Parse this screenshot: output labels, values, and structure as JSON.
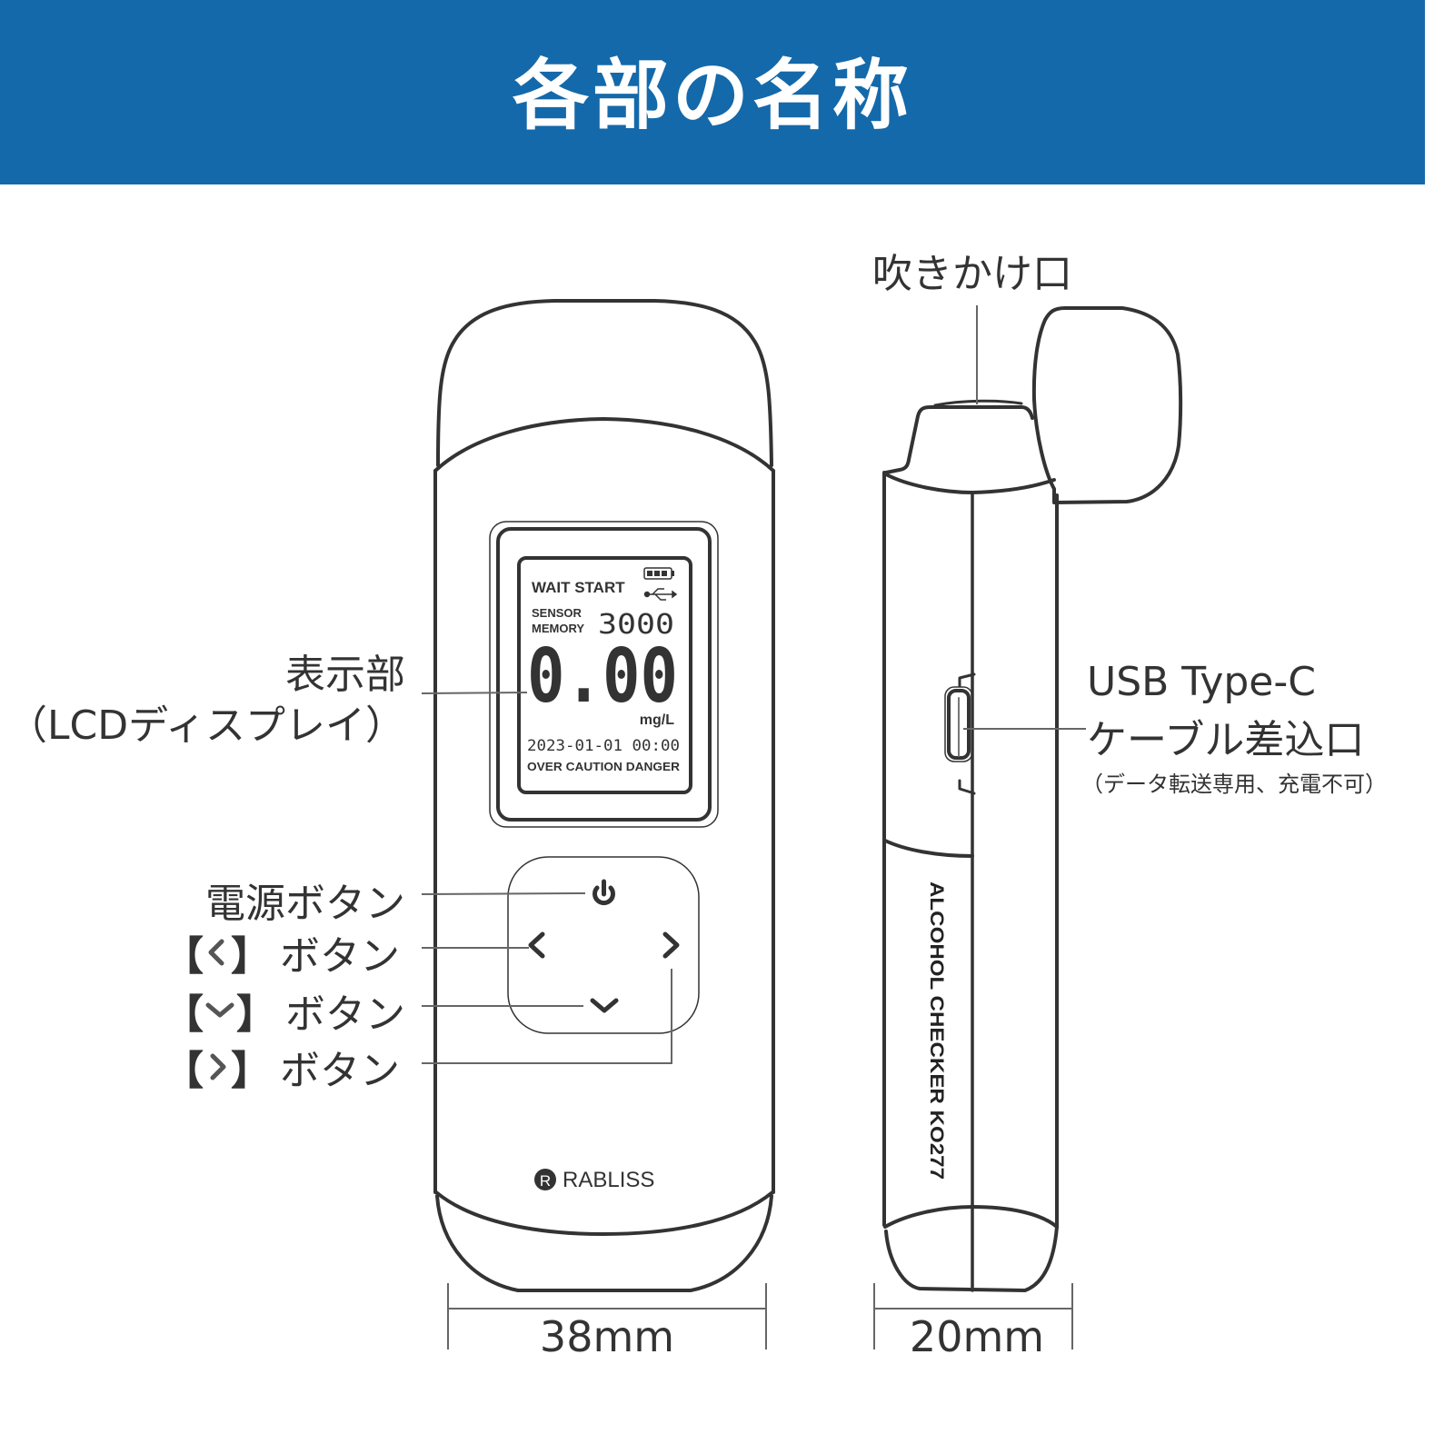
{
  "header": {
    "title": "各部の名称",
    "background_color": "#1469aa",
    "text_color": "#ffffff"
  },
  "front_view": {
    "lcd": {
      "status_text": "WAIT START",
      "sensor_label": "SENSOR",
      "memory_label": "MEMORY",
      "memory_count": "3000",
      "reading": "0.00",
      "unit": "mg/L",
      "datetime": "2023-01-01 00:00",
      "levels_text": "OVER CAUTION DANGER",
      "icons": [
        "battery-icon",
        "usb-icon"
      ]
    },
    "buttons": {
      "power": "power-icon",
      "left": "chevron-left-icon",
      "right": "chevron-right-icon",
      "down": "chevron-down-icon"
    },
    "brand": "RABLISS",
    "brand_logo": "R",
    "width_dimension": "38mm"
  },
  "side_view": {
    "model_text": "ALCOHOL CHECKER KO277",
    "thickness_dimension": "20mm"
  },
  "labels": {
    "display_line1": "表示部",
    "display_line2": "（LCDディスプレイ）",
    "power_button": "電源ボタン",
    "left_button_open": "【",
    "left_button_close": "】",
    "left_button_text": "ボタン",
    "down_button_open": "【",
    "down_button_close": "】",
    "down_button_text": "ボタン",
    "right_button_open": "【",
    "right_button_close": "】",
    "right_button_text": "ボタン",
    "mouthpiece": "吹きかけ口",
    "usb_line1": "USB Type-C",
    "usb_line2": "ケーブル差込口",
    "usb_note": "（データ転送専用、充電不可）"
  }
}
